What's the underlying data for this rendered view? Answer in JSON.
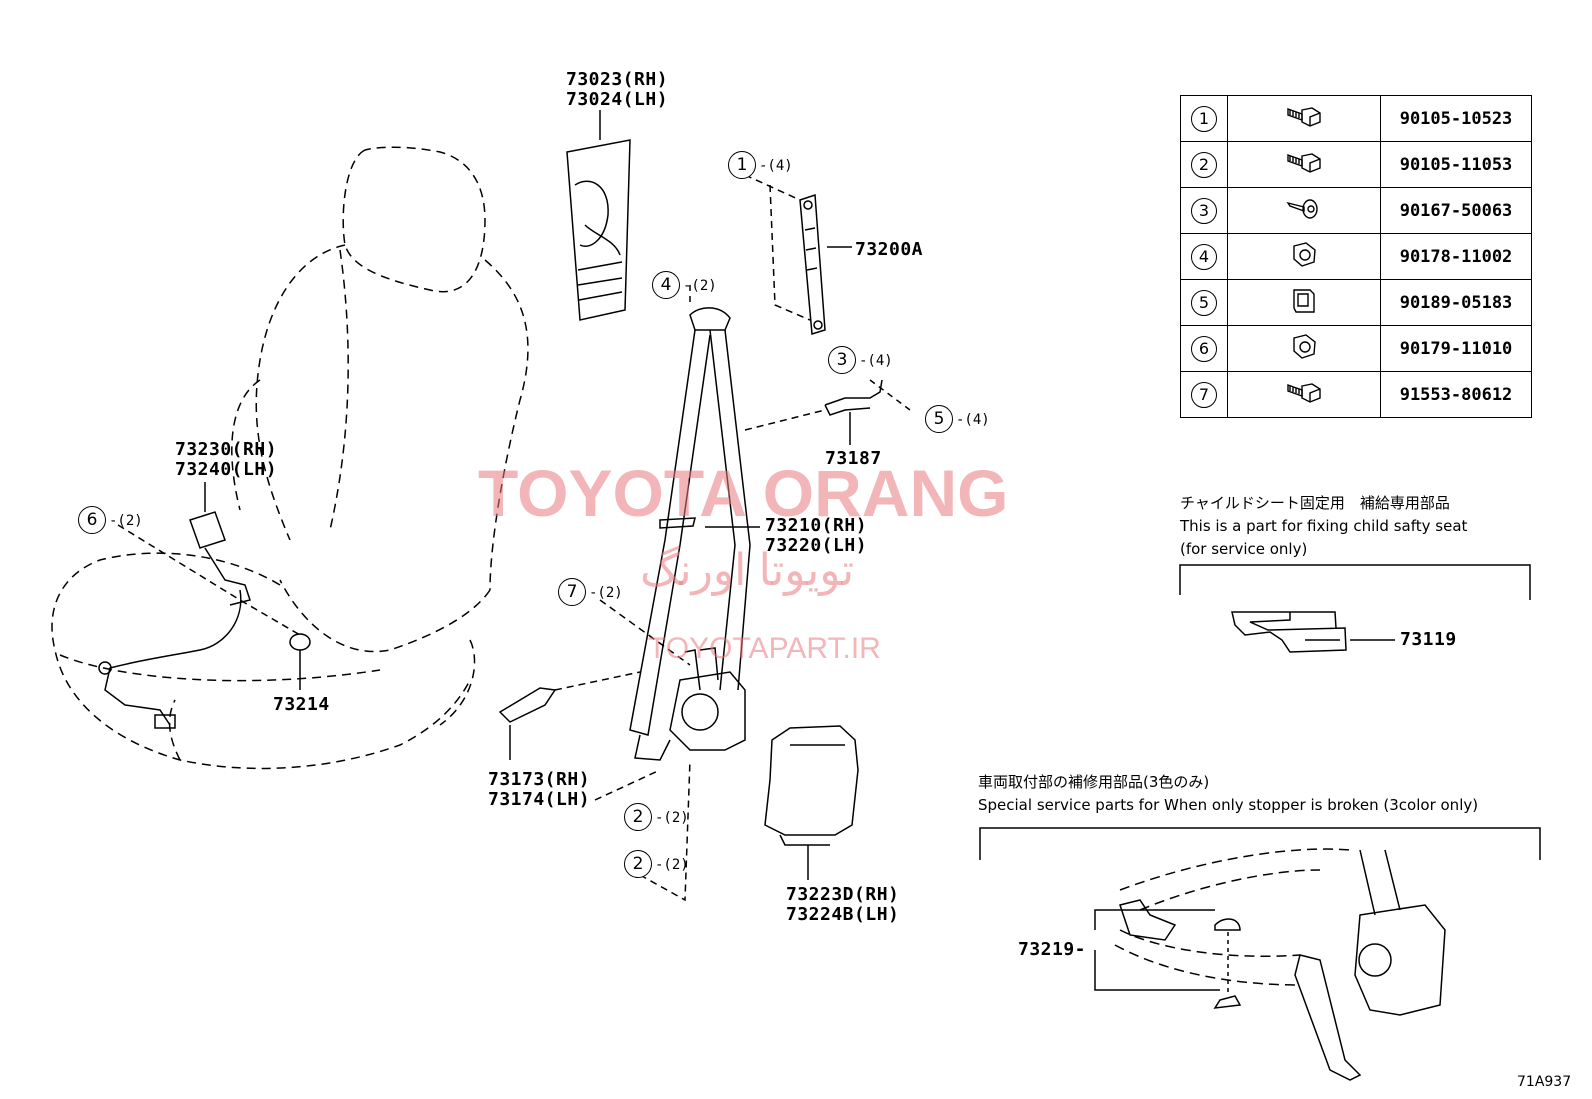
{
  "part_labels": {
    "p73023": "73023(RH)",
    "p73024": "73024(LH)",
    "p73200A": "73200A",
    "p73187": "73187",
    "p73230": "73230(RH)",
    "p73240": "73240(LH)",
    "p73210": "73210(RH)",
    "p73220": "73220(LH)",
    "p73214": "73214",
    "p73173": "73173(RH)",
    "p73174": "73174(LH)",
    "p73223D": "73223D(RH)",
    "p73224B": "73224B(LH)",
    "p73119": "73119",
    "p73219": "73219-"
  },
  "callouts": [
    {
      "num": "1",
      "qty": "-(4)"
    },
    {
      "num": "4",
      "qty": "-(2)"
    },
    {
      "num": "3",
      "qty": "-(4)"
    },
    {
      "num": "5",
      "qty": "-(4)"
    },
    {
      "num": "6",
      "qty": "-(2)"
    },
    {
      "num": "7",
      "qty": "-(2)"
    },
    {
      "num": "2",
      "qty": "-(2)"
    },
    {
      "num": "2",
      "qty": "-(2)"
    }
  ],
  "fastener_table": [
    {
      "num": "1",
      "icon": "bolt-icon",
      "part": "90105-10523"
    },
    {
      "num": "2",
      "icon": "bolt-icon",
      "part": "90105-11053"
    },
    {
      "num": "3",
      "icon": "screw-icon",
      "part": "90167-50063"
    },
    {
      "num": "4",
      "icon": "nut-icon",
      "part": "90178-11002"
    },
    {
      "num": "5",
      "icon": "clip-icon",
      "part": "90189-05183"
    },
    {
      "num": "6",
      "icon": "nut-icon",
      "part": "90179-11010"
    },
    {
      "num": "7",
      "icon": "bolt-icon",
      "part": "91553-80612"
    }
  ],
  "notes": {
    "child_seat_jp": "チャイルドシート固定用　補給専用部品",
    "child_seat_en": "This is a part for fixing child safty seat",
    "child_seat_en2": "(for service only)",
    "stopper_jp": "車両取付部の補修用部品(3色のみ)",
    "stopper_en": "Special service parts for When only stopper is broken (3color only)"
  },
  "watermark": {
    "title": "TOYOTA ORANG",
    "persian": "تویوتا اورنگ",
    "site": "TOYOTAPART.IR"
  },
  "diagram_id": "71A937"
}
